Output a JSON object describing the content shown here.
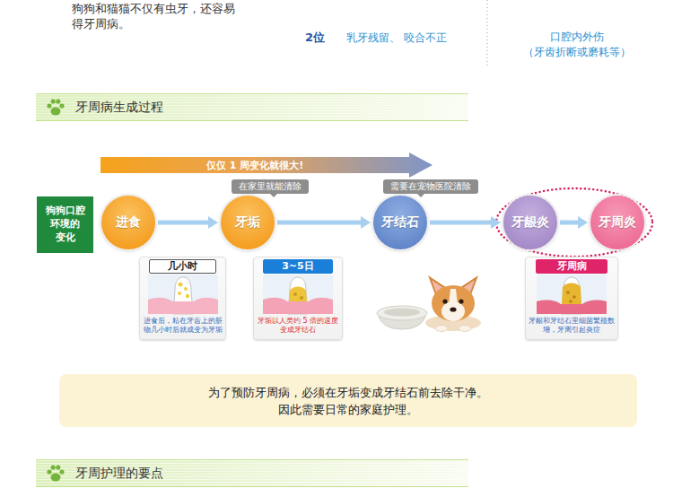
{
  "diagram": {
    "nodes": [
      {
        "text": [
          "牙周病生成过程"
        ]
      },
      {
        "text": [
          "仅仅 1 周变化就很大!"
        ]
      },
      {
        "text": [
          "狗狗口腔 环境的 变化"
        ]
      },
      {
        "text": [
          "进食"
        ]
      },
      {
        "text": [
          "在家里就能清除"
        ]
      },
      {
        "text": [
          "牙垢"
        ]
      },
      {
        "text": [
          "需要在宠物医院清除"
        ]
      },
      {
        "text": [
          "牙结石"
        ]
      },
      {
        "text": [
          "牙龈炎"
        ]
      },
      {
        "text": [
          "牙周炎"
        ]
      },
      {
        "text": [
          "几小时",
          "进食后，粘在牙齿上的脏物几小时后就成变为牙垢"
        ]
      },
      {
        "text": [
          "3~5日",
          "牙垢以人类约 5 倍的速度变成牙结石"
        ]
      },
      {
        "text": [
          "牙周病",
          "牙龈和牙结石里细菌繁殖数增，牙周引起炎症"
        ]
      },
      {
        "text": [
          "为了预防牙周病，必须在牙垢变成牙结石前去除干净。 因此需要日常的家庭护理。"
        ]
      },
      {
        "text": [
          "牙周护理的要点"
        ]
      }
    ],
    "edges": [
      {
        "from": 3,
        "to": 5,
        "arrow": "to"
      },
      {
        "from": 5,
        "to": 7,
        "arrow": "to"
      },
      {
        "from": 7,
        "to": 8,
        "arrow": "to"
      },
      {
        "from": 8,
        "to": 9,
        "arrow": "to"
      }
    ],
    "labels": [
      "狗狗和猫猫不仅有虫牙，还容易 得牙周病。",
      "2位",
      "乳牙残留、 咬合不正",
      "口腔内外伤 （牙齿折断或磨耗等）"
    ]
  }
}
